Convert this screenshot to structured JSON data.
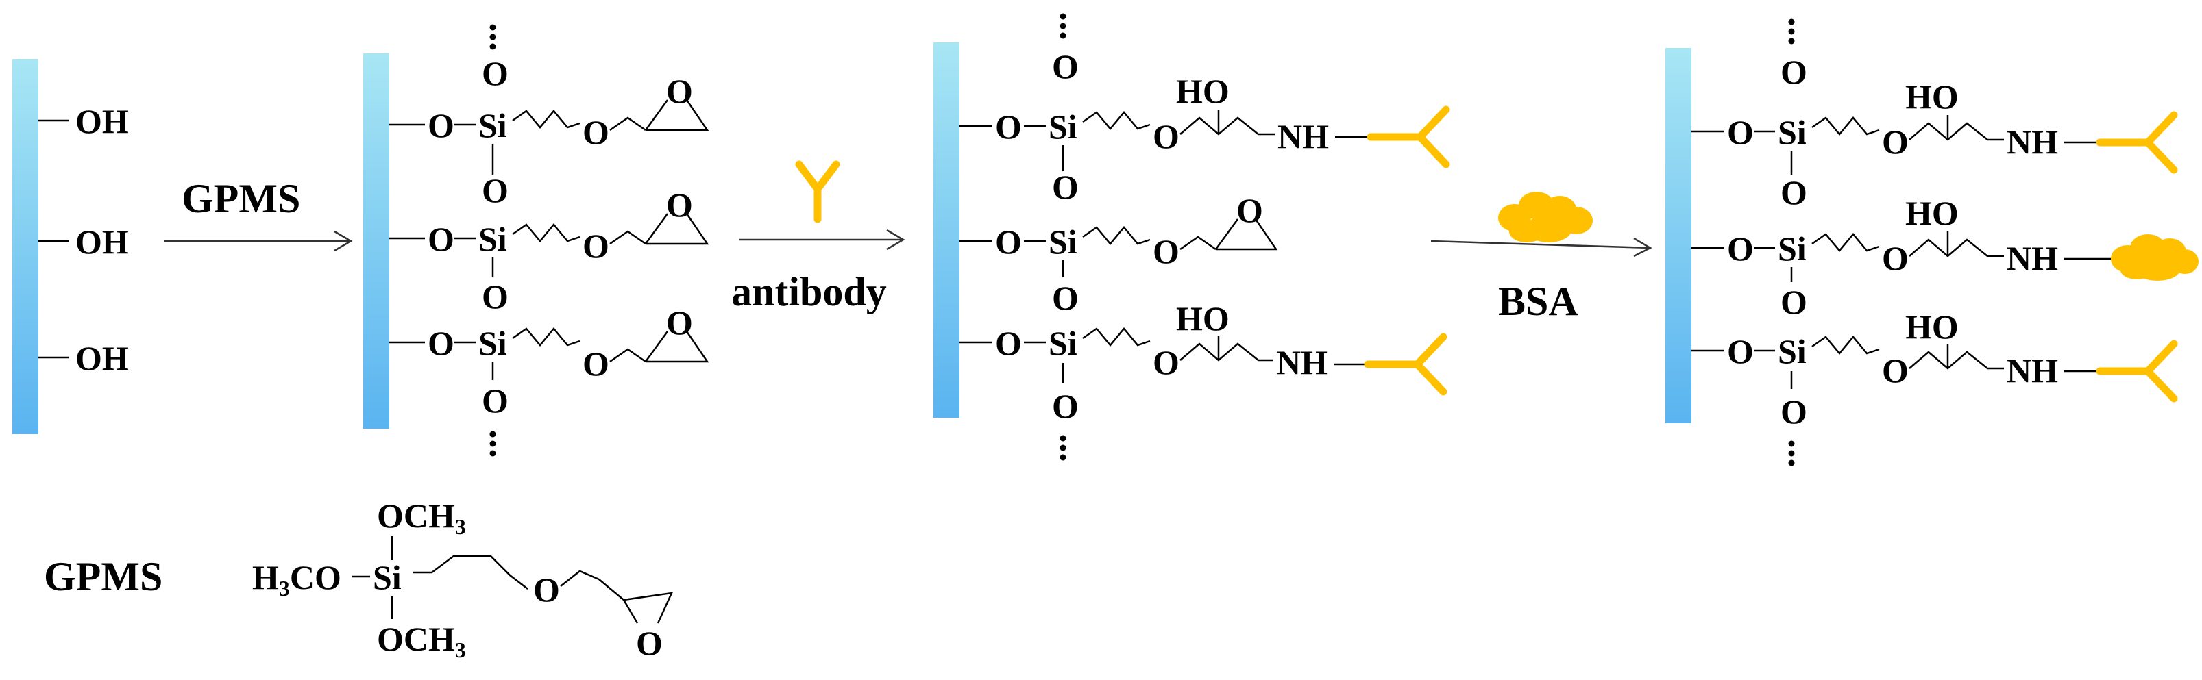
{
  "labels": {
    "OH": "OH",
    "O": "O",
    "Si": "Si",
    "HO": "HO",
    "NH": "NH",
    "GPMS": "GPMS",
    "antibody": "antibody",
    "BSA": "BSA"
  },
  "formula": {
    "OCH": "OCH",
    "CH_sub": "3",
    "H3CO_H": "H",
    "H3CO_sub": "3",
    "H3CO_CO": "CO"
  },
  "colors": {
    "surface_top": "#A8E6F4",
    "surface_bottom": "#5AB4F0",
    "antibody": "#FFC000",
    "bsa": "#FFC000"
  },
  "icons": [
    "antibody-icon",
    "bsa-protein-icon",
    "epoxide-ring"
  ]
}
